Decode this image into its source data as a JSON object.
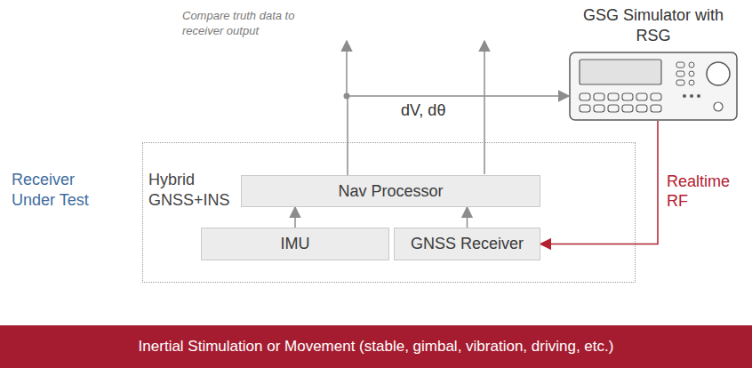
{
  "diagram": {
    "nodes": [
      {
        "text": [
          "GSG Simulator with RSG"
        ]
      },
      {
        "text": [
          "Receiver Under Test",
          "Hybrid GNSS+INS"
        ]
      },
      {
        "text": [
          "Nav Processor"
        ],
        "in": 1
      },
      {
        "text": [
          "IMU"
        ],
        "in": 1
      },
      {
        "text": [
          "GNSS Receiver"
        ],
        "in": 1
      },
      {
        "text": [
          "Inertial Stimulation or Movement (stable, gimbal, vibration, driving, etc.)"
        ]
      }
    ],
    "edges": [
      {
        "from": 3,
        "to": 2,
        "arrow": "to"
      },
      {
        "from": 4,
        "to": 2,
        "arrow": "to"
      },
      {
        "from": 2,
        "to": 0,
        "label": "dV, dθ",
        "arrow": "to"
      },
      {
        "from": 0,
        "to": 4,
        "label": "Realtime RF",
        "arrow": "to"
      }
    ],
    "labels": [
      "Compare truth data to receiver output"
    ]
  }
}
